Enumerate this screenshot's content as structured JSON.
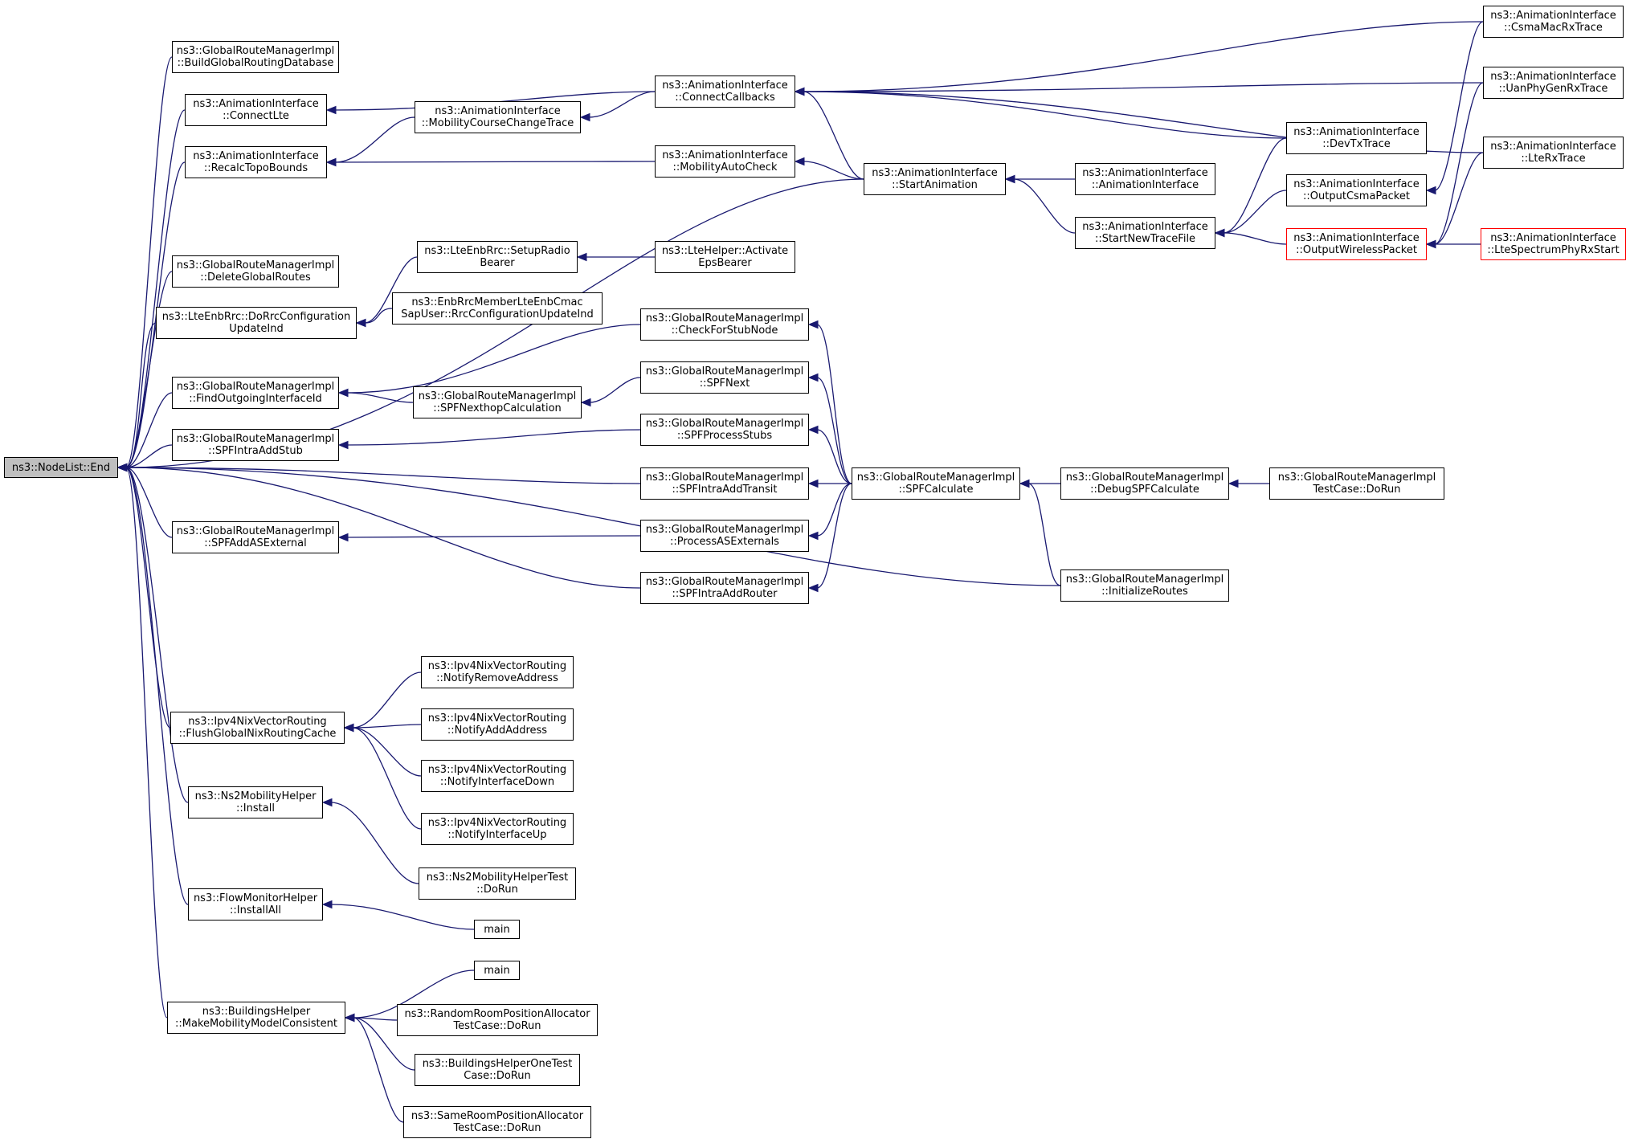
{
  "colors": {
    "edge": "#191970",
    "root_fill": "#bfbfbf",
    "highlight_border": "#ff0000"
  },
  "nodes": [
    {
      "id": "root",
      "lines": [
        "ns3::NodeList::End"
      ],
      "root": true
    },
    {
      "id": "gbuild",
      "lines": [
        "ns3::GlobalRouteManagerImpl",
        "::BuildGlobalRoutingDatabase"
      ]
    },
    {
      "id": "connlte",
      "lines": [
        "ns3::AnimationInterface",
        "::ConnectLte"
      ]
    },
    {
      "id": "recalc",
      "lines": [
        "ns3::AnimationInterface",
        "::RecalcTopoBounds"
      ]
    },
    {
      "id": "gdel",
      "lines": [
        "ns3::GlobalRouteManagerImpl",
        "::DeleteGlobalRoutes"
      ]
    },
    {
      "id": "dorrc",
      "lines": [
        "ns3::LteEnbRrc::DoRrcConfiguration",
        "UpdateInd"
      ]
    },
    {
      "id": "findout",
      "lines": [
        "ns3::GlobalRouteManagerImpl",
        "::FindOutgoingInterfaceId"
      ]
    },
    {
      "id": "stub",
      "lines": [
        "ns3::GlobalRouteManagerImpl",
        "::SPFIntraAddStub"
      ]
    },
    {
      "id": "asext",
      "lines": [
        "ns3::GlobalRouteManagerImpl",
        "::SPFAddASExternal"
      ]
    },
    {
      "id": "flush",
      "lines": [
        "ns3::Ipv4NixVectorRouting",
        "::FlushGlobalNixRoutingCache"
      ]
    },
    {
      "id": "ns2inst",
      "lines": [
        "ns3::Ns2MobilityHelper",
        "::Install"
      ]
    },
    {
      "id": "flowall",
      "lines": [
        "ns3::FlowMonitorHelper",
        "::InstallAll"
      ]
    },
    {
      "id": "bhmake",
      "lines": [
        "ns3::BuildingsHelper",
        "::MakeMobilityModelConsistent"
      ]
    },
    {
      "id": "mobcourse",
      "lines": [
        "ns3::AnimationInterface",
        "::MobilityCourseChangeTrace"
      ]
    },
    {
      "id": "setupradio",
      "lines": [
        "ns3::LteEnbRrc::SetupRadio",
        "Bearer"
      ]
    },
    {
      "id": "enbrrcm",
      "lines": [
        "ns3::EnbRrcMemberLteEnbCmac",
        "SapUser::RrcConfigurationUpdateInd"
      ]
    },
    {
      "id": "nexthop",
      "lines": [
        "ns3::GlobalRouteManagerImpl",
        "::SPFNexthopCalculation"
      ]
    },
    {
      "id": "nrem",
      "lines": [
        "ns3::Ipv4NixVectorRouting",
        "::NotifyRemoveAddress"
      ]
    },
    {
      "id": "nadd",
      "lines": [
        "ns3::Ipv4NixVectorRouting",
        "::NotifyAddAddress"
      ]
    },
    {
      "id": "ndown",
      "lines": [
        "ns3::Ipv4NixVectorRouting",
        "::NotifyInterfaceDown"
      ]
    },
    {
      "id": "nup",
      "lines": [
        "ns3::Ipv4NixVectorRouting",
        "::NotifyInterfaceUp"
      ]
    },
    {
      "id": "ns2test",
      "lines": [
        "ns3::Ns2MobilityHelperTest",
        "::DoRun"
      ]
    },
    {
      "id": "main1",
      "lines": [
        "main"
      ]
    },
    {
      "id": "main2",
      "lines": [
        "main"
      ]
    },
    {
      "id": "randroom",
      "lines": [
        "ns3::RandomRoomPositionAllocator",
        "TestCase::DoRun"
      ]
    },
    {
      "id": "bhone",
      "lines": [
        "ns3::BuildingsHelperOneTest",
        "Case::DoRun"
      ]
    },
    {
      "id": "sameroom",
      "lines": [
        "ns3::SameRoomPositionAllocator",
        "TestCase::DoRun"
      ]
    },
    {
      "id": "conncb",
      "lines": [
        "ns3::AnimationInterface",
        "::ConnectCallbacks"
      ]
    },
    {
      "id": "mobauto",
      "lines": [
        "ns3::AnimationInterface",
        "::MobilityAutoCheck"
      ]
    },
    {
      "id": "activate",
      "lines": [
        "ns3::LteHelper::Activate",
        "EpsBearer"
      ]
    },
    {
      "id": "checkstub",
      "lines": [
        "ns3::GlobalRouteManagerImpl",
        "::CheckForStubNode"
      ]
    },
    {
      "id": "spfnext",
      "lines": [
        "ns3::GlobalRouteManagerImpl",
        "::SPFNext"
      ]
    },
    {
      "id": "procstubs",
      "lines": [
        "ns3::GlobalRouteManagerImpl",
        "::SPFProcessStubs"
      ]
    },
    {
      "id": "transit",
      "lines": [
        "ns3::GlobalRouteManagerImpl",
        "::SPFIntraAddTransit"
      ]
    },
    {
      "id": "procas",
      "lines": [
        "ns3::GlobalRouteManagerImpl",
        "::ProcessASExternals"
      ]
    },
    {
      "id": "router",
      "lines": [
        "ns3::GlobalRouteManagerImpl",
        "::SPFIntraAddRouter"
      ]
    },
    {
      "id": "startanim",
      "lines": [
        "ns3::AnimationInterface",
        "::StartAnimation"
      ]
    },
    {
      "id": "spfcalc",
      "lines": [
        "ns3::GlobalRouteManagerImpl",
        "::SPFCalculate"
      ]
    },
    {
      "id": "animctor",
      "lines": [
        "ns3::AnimationInterface",
        "::AnimationInterface"
      ]
    },
    {
      "id": "newtrace",
      "lines": [
        "ns3::AnimationInterface",
        "::StartNewTraceFile"
      ]
    },
    {
      "id": "debugspf",
      "lines": [
        "ns3::GlobalRouteManagerImpl",
        "::DebugSPFCalculate"
      ]
    },
    {
      "id": "initroutes",
      "lines": [
        "ns3::GlobalRouteManagerImpl",
        "::InitializeRoutes"
      ]
    },
    {
      "id": "devtx",
      "lines": [
        "ns3::AnimationInterface",
        "::DevTxTrace"
      ]
    },
    {
      "id": "outcsma",
      "lines": [
        "ns3::AnimationInterface",
        "::OutputCsmaPacket"
      ]
    },
    {
      "id": "outwl",
      "lines": [
        "ns3::AnimationInterface",
        "::OutputWirelessPacket"
      ],
      "red": true
    },
    {
      "id": "gmtest",
      "lines": [
        "ns3::GlobalRouteManagerImpl",
        "TestCase::DoRun"
      ]
    },
    {
      "id": "csmarx",
      "lines": [
        "ns3::AnimationInterface",
        "::CsmaMacRxTrace"
      ]
    },
    {
      "id": "uanrx",
      "lines": [
        "ns3::AnimationInterface",
        "::UanPhyGenRxTrace"
      ]
    },
    {
      "id": "lterx",
      "lines": [
        "ns3::AnimationInterface",
        "::LteRxTrace"
      ]
    },
    {
      "id": "ltespec",
      "lines": [
        "ns3::AnimationInterface",
        "::LteSpectrumPhyRxStart"
      ],
      "red": true
    }
  ],
  "edges": [
    [
      "gbuild",
      "root"
    ],
    [
      "connlte",
      "root"
    ],
    [
      "recalc",
      "root"
    ],
    [
      "startanim",
      "root"
    ],
    [
      "gdel",
      "root"
    ],
    [
      "dorrc",
      "root"
    ],
    [
      "findout",
      "root"
    ],
    [
      "stub",
      "root"
    ],
    [
      "transit",
      "root"
    ],
    [
      "asext",
      "root"
    ],
    [
      "router",
      "root"
    ],
    [
      "initroutes",
      "root"
    ],
    [
      "flush",
      "root"
    ],
    [
      "ns2inst",
      "root"
    ],
    [
      "flowall",
      "root"
    ],
    [
      "bhmake",
      "root"
    ],
    [
      "conncb",
      "connlte"
    ],
    [
      "mobcourse",
      "recalc"
    ],
    [
      "mobauto",
      "recalc"
    ],
    [
      "conncb",
      "mobcourse"
    ],
    [
      "setupradio",
      "dorrc"
    ],
    [
      "activate",
      "setupradio"
    ],
    [
      "enbrrcm",
      "dorrc"
    ],
    [
      "checkstub",
      "findout"
    ],
    [
      "nexthop",
      "findout"
    ],
    [
      "spfnext",
      "nexthop"
    ],
    [
      "procstubs",
      "stub"
    ],
    [
      "procas",
      "asext"
    ],
    [
      "startanim",
      "conncb"
    ],
    [
      "startanim",
      "mobauto"
    ],
    [
      "animctor",
      "startanim"
    ],
    [
      "newtrace",
      "startanim"
    ],
    [
      "spfcalc",
      "checkstub"
    ],
    [
      "spfcalc",
      "spfnext"
    ],
    [
      "spfcalc",
      "procstubs"
    ],
    [
      "spfcalc",
      "transit"
    ],
    [
      "spfcalc",
      "procas"
    ],
    [
      "spfcalc",
      "router"
    ],
    [
      "debugspf",
      "spfcalc"
    ],
    [
      "initroutes",
      "spfcalc"
    ],
    [
      "gmtest",
      "debugspf"
    ],
    [
      "devtx",
      "conncb"
    ],
    [
      "csmarx",
      "conncb"
    ],
    [
      "uanrx",
      "conncb"
    ],
    [
      "lterx",
      "conncb"
    ],
    [
      "devtx",
      "newtrace"
    ],
    [
      "outcsma",
      "newtrace"
    ],
    [
      "outwl",
      "newtrace"
    ],
    [
      "csmarx",
      "outcsma"
    ],
    [
      "uanrx",
      "outwl"
    ],
    [
      "lterx",
      "outwl"
    ],
    [
      "ltespec",
      "outwl"
    ],
    [
      "nrem",
      "flush"
    ],
    [
      "nadd",
      "flush"
    ],
    [
      "ndown",
      "flush"
    ],
    [
      "nup",
      "flush"
    ],
    [
      "ns2test",
      "ns2inst"
    ],
    [
      "main1",
      "flowall"
    ],
    [
      "main2",
      "bhmake"
    ],
    [
      "randroom",
      "bhmake"
    ],
    [
      "bhone",
      "bhmake"
    ],
    [
      "sameroom",
      "bhmake"
    ]
  ]
}
